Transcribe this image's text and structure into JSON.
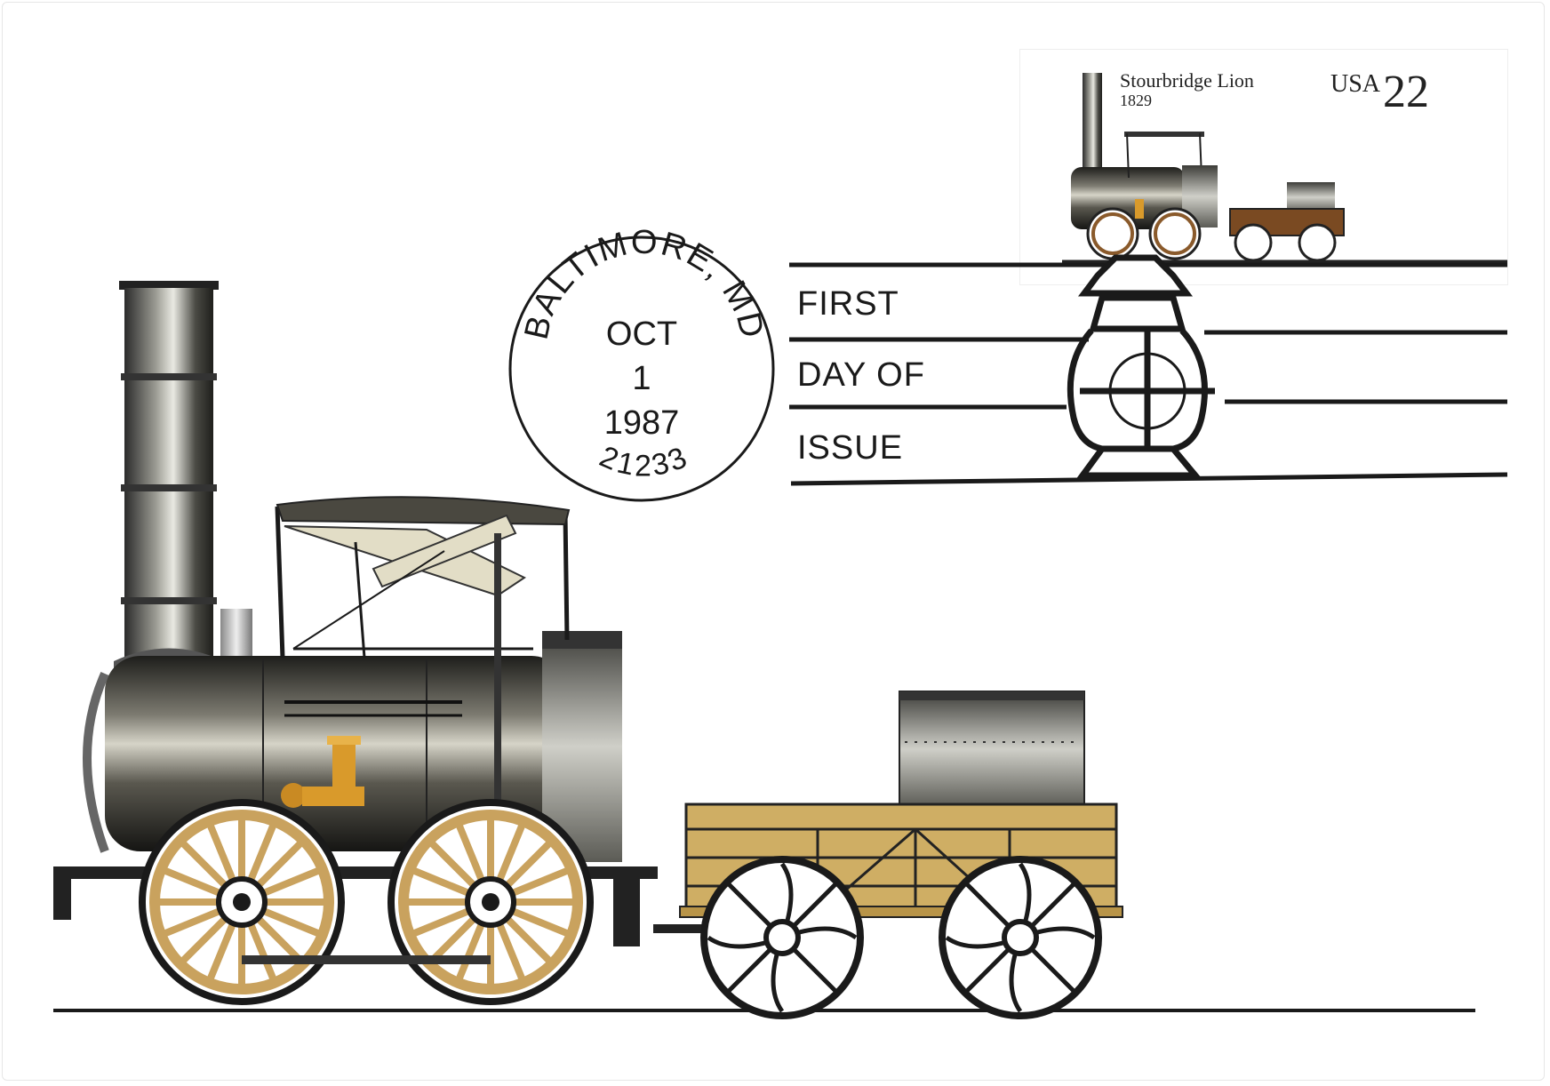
{
  "postmark": {
    "city": "BALTIMORE, MD",
    "month": "OCT",
    "day": "1",
    "year": "1987",
    "zip": "21233"
  },
  "cancel": {
    "line1": "FIRST",
    "line2": "DAY OF",
    "line3": "ISSUE"
  },
  "stamp": {
    "title": "Stourbridge Lion",
    "year": "1829",
    "country": "USA",
    "value": "22"
  },
  "colors": {
    "boiler": "#3a3a36",
    "wheel_wood": "#c9a25e",
    "wagon_wood": "#cfae64",
    "brass": "#d99a2b",
    "ink": "#1a1a1a"
  }
}
